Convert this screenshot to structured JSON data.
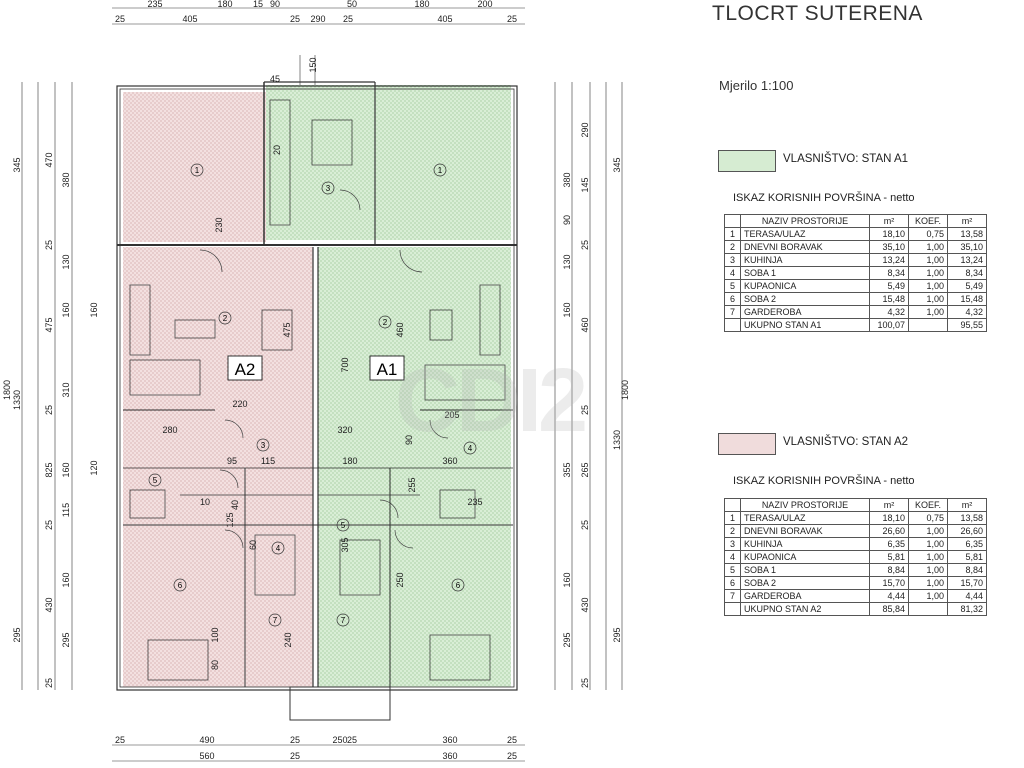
{
  "title": "TLOCRT SUTERENA",
  "scale": "Mjerilo 1:100",
  "legend": {
    "a1_label": "VLASNIŠTVO: STAN A1",
    "a2_label": "VLASNIŠTVO: STAN A2",
    "a1_color": "#d6ecd2",
    "a2_color": "#f0dcdc"
  },
  "iskaz_title": "ISKAZ KORISNIH POVRŠINA - netto",
  "table_headers": {
    "name": "NAZIV PROSTORIJE",
    "m2": "m²",
    "koef": "KOEF.",
    "m2b": "m²"
  },
  "apartments": [
    {
      "id": "A1",
      "rows": [
        {
          "n": "1",
          "name": "TERASA/ULAZ",
          "m2": "18,10",
          "koef": "0,75",
          "net": "13,58"
        },
        {
          "n": "2",
          "name": "DNEVNI BORAVAK",
          "m2": "35,10",
          "koef": "1,00",
          "net": "35,10"
        },
        {
          "n": "3",
          "name": "KUHINJA",
          "m2": "13,24",
          "koef": "1,00",
          "net": "13,24"
        },
        {
          "n": "4",
          "name": "SOBA 1",
          "m2": "8,34",
          "koef": "1,00",
          "net": "8,34"
        },
        {
          "n": "5",
          "name": "KUPAONICA",
          "m2": "5,49",
          "koef": "1,00",
          "net": "5,49"
        },
        {
          "n": "6",
          "name": "SOBA 2",
          "m2": "15,48",
          "koef": "1,00",
          "net": "15,48"
        },
        {
          "n": "7",
          "name": "GARDEROBA",
          "m2": "4,32",
          "koef": "1,00",
          "net": "4,32"
        }
      ],
      "total": {
        "name": "UKUPNO STAN A1",
        "m2": "100,07",
        "net": "95,55"
      }
    },
    {
      "id": "A2",
      "rows": [
        {
          "n": "1",
          "name": "TERASA/ULAZ",
          "m2": "18,10",
          "koef": "0,75",
          "net": "13,58"
        },
        {
          "n": "2",
          "name": "DNEVNI BORAVAK",
          "m2": "26,60",
          "koef": "1,00",
          "net": "26,60"
        },
        {
          "n": "3",
          "name": "KUHINJA",
          "m2": "6,35",
          "koef": "1,00",
          "net": "6,35"
        },
        {
          "n": "4",
          "name": "KUPAONICA",
          "m2": "5,81",
          "koef": "1,00",
          "net": "5,81"
        },
        {
          "n": "5",
          "name": "SOBA 1",
          "m2": "8,84",
          "koef": "1,00",
          "net": "8,84"
        },
        {
          "n": "6",
          "name": "SOBA 2",
          "m2": "15,70",
          "koef": "1,00",
          "net": "15,70"
        },
        {
          "n": "7",
          "name": "GARDEROBA",
          "m2": "4,44",
          "koef": "1,00",
          "net": "4,44"
        }
      ],
      "total": {
        "name": "UKUPNO STAN A2",
        "m2": "85,84",
        "net": "81,32"
      }
    }
  ],
  "plan": {
    "unit_labels": [
      "A2",
      "A1"
    ],
    "room_numbers": [
      "1",
      "2",
      "3",
      "4",
      "5",
      "6",
      "7"
    ],
    "dims_top_1": [
      "235",
      "180",
      "15",
      "90",
      "50",
      "180",
      "200"
    ],
    "dims_top_2": [
      "25",
      "405",
      "25",
      "290",
      "25",
      "405",
      "25"
    ],
    "dims_bottom_1": [
      "25",
      "490",
      "25",
      "250",
      "25",
      "360",
      "25"
    ],
    "dims_bottom_2": [
      "560",
      "25",
      "360",
      "25"
    ],
    "dims_left_outer": [
      "345",
      "1330",
      "295"
    ],
    "dims_left_mid": [
      "470",
      "25",
      "475",
      "25",
      "825",
      "25",
      "430",
      "25"
    ],
    "dims_left_inner": [
      "380",
      "130",
      "160",
      "310",
      "160",
      "115",
      "160",
      "295"
    ],
    "dims_right_outer": [
      "345",
      "1330",
      "295"
    ],
    "dims_right_mid": [
      "290",
      "145",
      "25",
      "460",
      "25",
      "265",
      "25",
      "430",
      "25"
    ],
    "dims_right_inner": [
      "380",
      "90",
      "130",
      "160",
      "355",
      "160",
      "295"
    ],
    "total_height": "1800",
    "interior_dims": [
      "700",
      "460",
      "475",
      "320",
      "360",
      "180",
      "280",
      "255",
      "305",
      "250",
      "240",
      "235",
      "220",
      "150",
      "230",
      "90",
      "95",
      "115",
      "10",
      "100",
      "80",
      "125",
      "205",
      "160",
      "120",
      "40",
      "20",
      "45",
      "60"
    ]
  }
}
